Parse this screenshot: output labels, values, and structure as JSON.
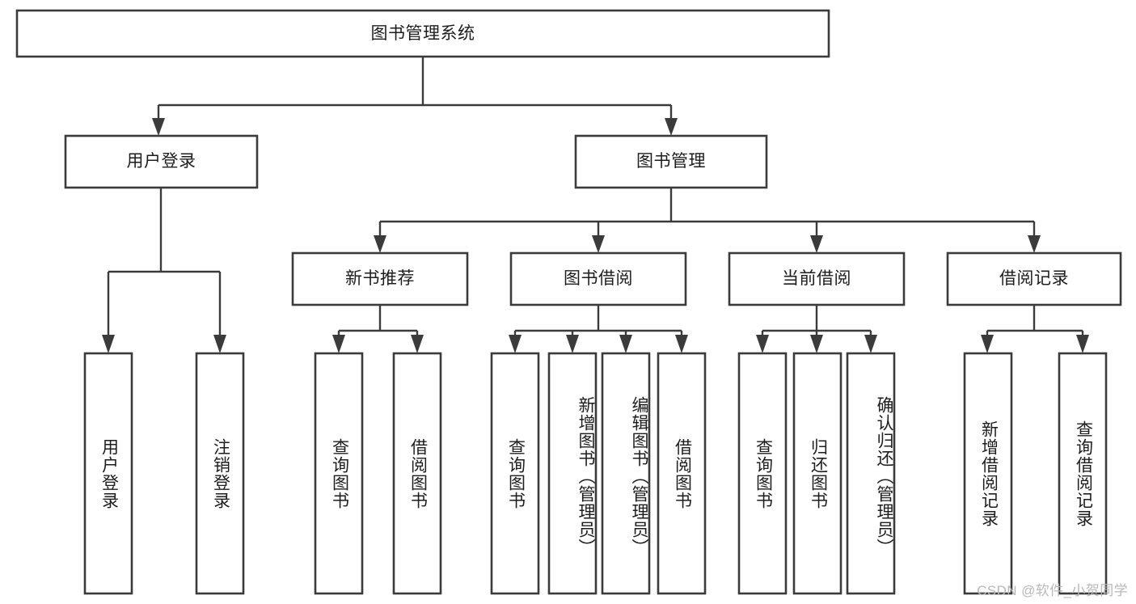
{
  "diagram": {
    "title_node": {
      "label": "图书管理系统"
    },
    "level2": [
      {
        "id": "user-login",
        "label": "用户登录"
      },
      {
        "id": "book-manage",
        "label": "图书管理"
      }
    ],
    "level3": [
      {
        "id": "new-book-recommend",
        "label": "新书推荐"
      },
      {
        "id": "book-borrow",
        "label": "图书借阅"
      },
      {
        "id": "current-borrow",
        "label": "当前借阅"
      },
      {
        "id": "borrow-record",
        "label": "借阅记录"
      }
    ],
    "leaves": [
      {
        "id": "leaf-user-login",
        "label": "用户登录",
        "parent": "user-login"
      },
      {
        "id": "leaf-logout",
        "label": "注销登录",
        "parent": "user-login"
      },
      {
        "id": "leaf-query-book-1",
        "label": "查询图书",
        "parent": "new-book-recommend"
      },
      {
        "id": "leaf-borrow-book-1",
        "label": "借阅图书",
        "parent": "new-book-recommend"
      },
      {
        "id": "leaf-query-book-2",
        "label": "查询图书",
        "parent": "book-borrow"
      },
      {
        "id": "leaf-add-book",
        "label": "新增图书（管理员）",
        "parent": "book-borrow"
      },
      {
        "id": "leaf-edit-book",
        "label": "编辑图书（管理员）",
        "parent": "book-borrow"
      },
      {
        "id": "leaf-borrow-book-2",
        "label": "借阅图书",
        "parent": "book-borrow"
      },
      {
        "id": "leaf-query-book-3",
        "label": "查询图书",
        "parent": "current-borrow"
      },
      {
        "id": "leaf-return-book",
        "label": "归还图书",
        "parent": "current-borrow"
      },
      {
        "id": "leaf-confirm-return",
        "label": "确认归还（管理员）",
        "parent": "current-borrow"
      },
      {
        "id": "leaf-add-record",
        "label": "新增借阅记录",
        "parent": "borrow-record"
      },
      {
        "id": "leaf-query-record",
        "label": "查询借阅记录",
        "parent": "borrow-record"
      }
    ],
    "watermark": "CSDN @软件_小贺同学",
    "colors": {
      "stroke": "#3b3b3b",
      "text": "#1d1d1d",
      "background": "#ffffff",
      "watermark": "#b9b9b9"
    }
  }
}
